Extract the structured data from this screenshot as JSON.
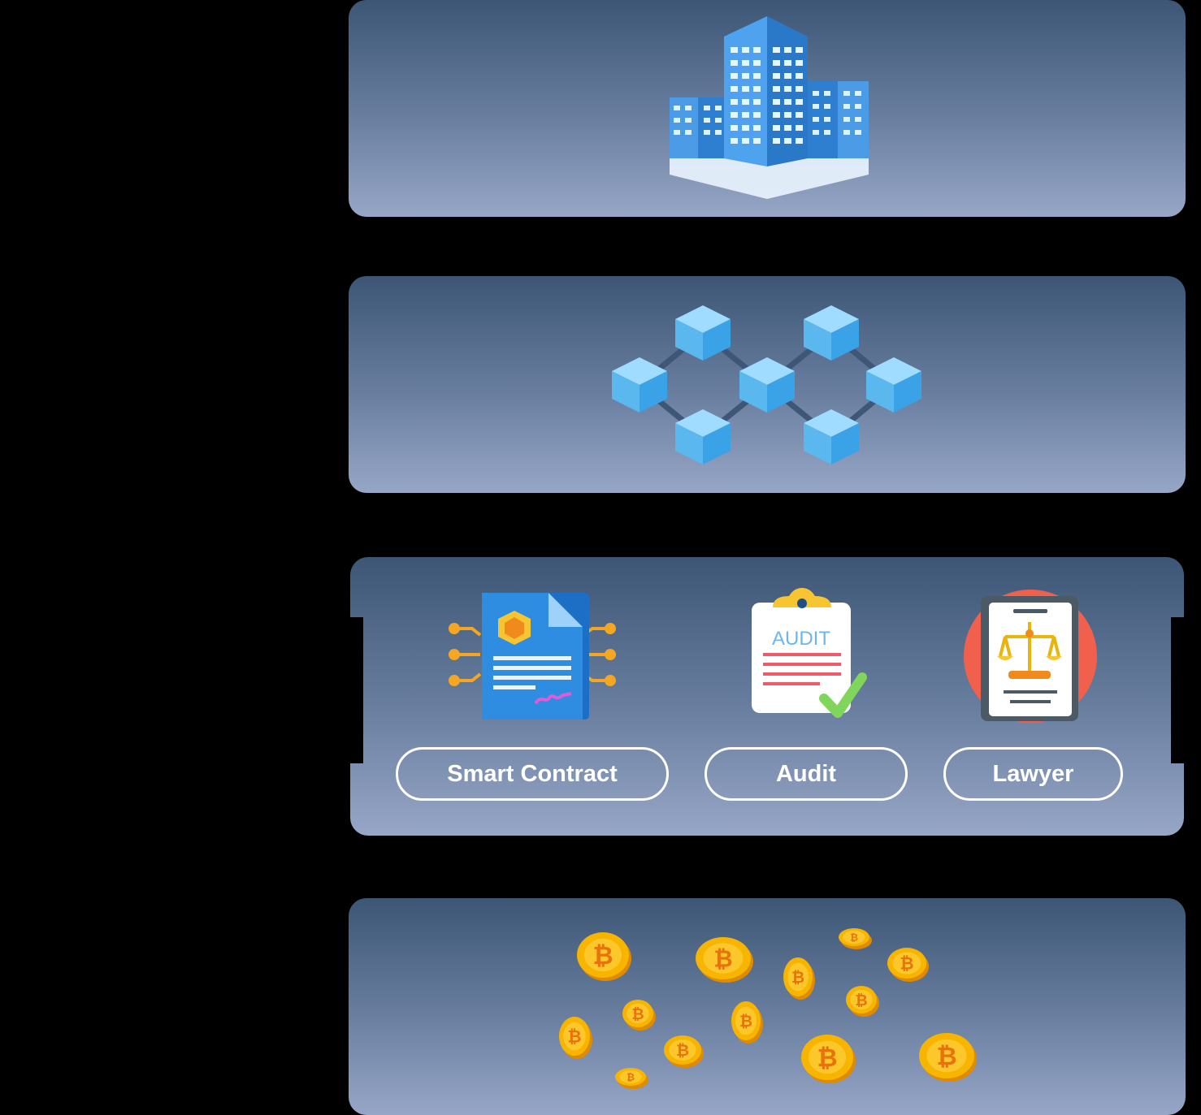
{
  "panels": [
    {
      "id": "company",
      "icon": "office-buildings-icon"
    },
    {
      "id": "blockchain",
      "icon": "blockchain-network-icon"
    },
    {
      "id": "legal",
      "icons": [
        "smart-contract-icon",
        "audit-clipboard-icon",
        "lawyer-scales-icon"
      ]
    },
    {
      "id": "crypto",
      "icon": "bitcoin-coins-icon"
    }
  ],
  "labels": {
    "smart_contract": "Smart Contract",
    "audit": "Audit",
    "audit_icon_text": "AUDIT",
    "lawyer": "Lawyer",
    "coin_symbol": "₿"
  },
  "colors": {
    "panel_top": "#3d5675",
    "panel_bottom": "#97a6c6",
    "cube": "#5bb8ef",
    "coin": "#f7b500"
  }
}
